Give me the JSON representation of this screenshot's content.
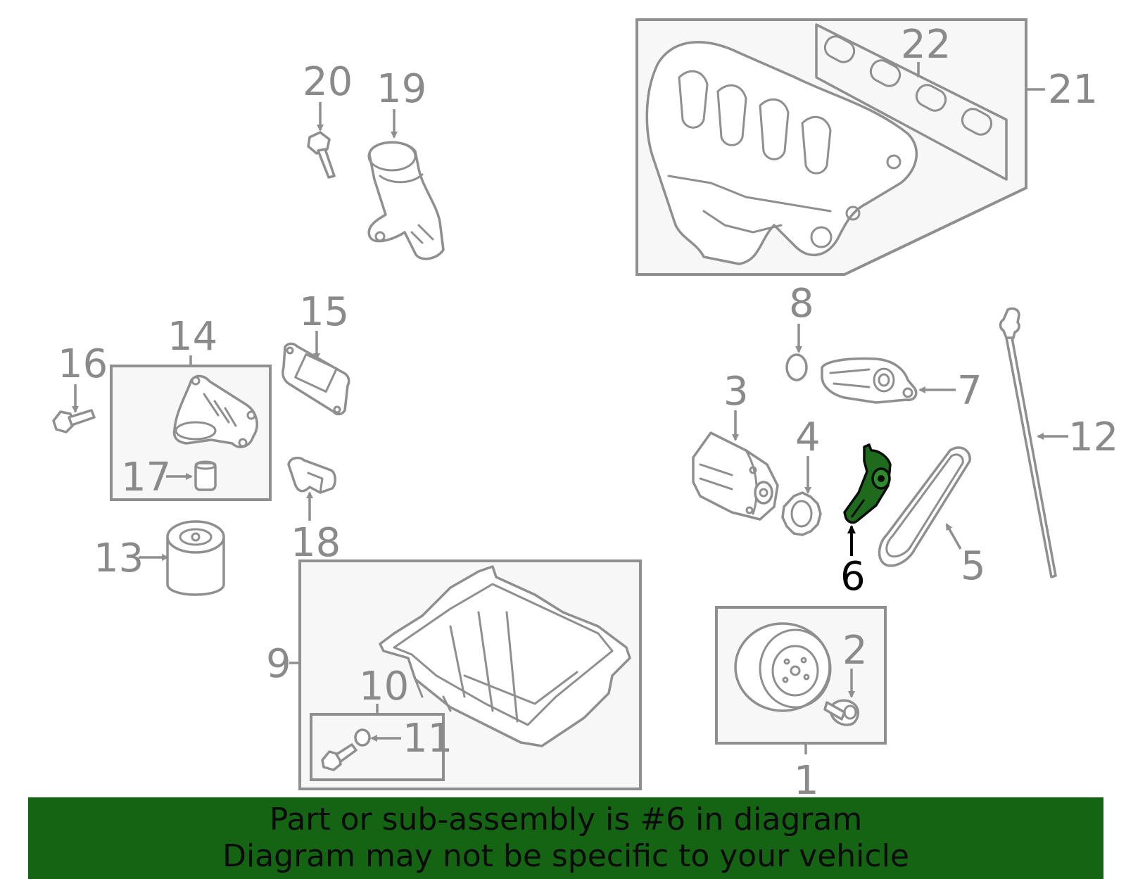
{
  "diagram": {
    "highlighted_part": "6",
    "highlight_color": "#1e6b1e",
    "label_color": "#8a8a8a",
    "labels": {
      "p1": "1",
      "p2": "2",
      "p3": "3",
      "p4": "4",
      "p5": "5",
      "p6": "6",
      "p7": "7",
      "p8": "8",
      "p9": "9",
      "p10": "10",
      "p11": "11",
      "p12": "12",
      "p13": "13",
      "p14": "14",
      "p15": "15",
      "p16": "16",
      "p17": "17",
      "p18": "18",
      "p19": "19",
      "p20": "20",
      "p21": "21",
      "p22": "22"
    }
  },
  "banner": {
    "line1": "Part or sub-assembly is #6 in diagram",
    "line2": "Diagram may not be specific to your vehicle",
    "background": "#146414"
  }
}
